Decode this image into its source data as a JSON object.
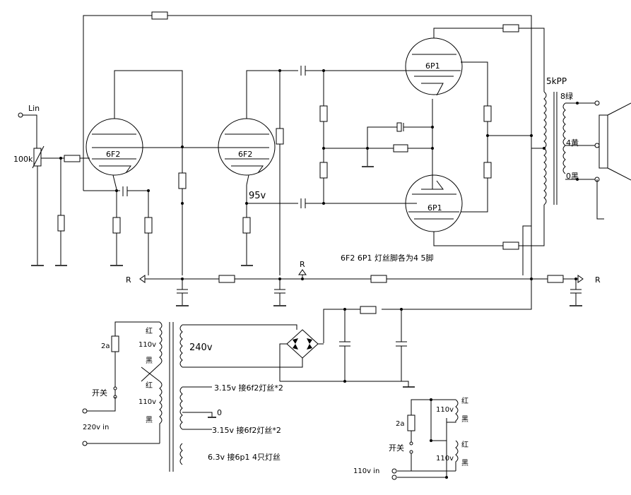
{
  "labels": {
    "input": "Lin",
    "volume": "100k",
    "tube_6f2_a": "6F2",
    "tube_6f2_b": "6F2",
    "tube_6p1_top": "6P1",
    "tube_6p1_bottom": "6P1",
    "voltage_95": "95v",
    "transformer_5kpp": "5kPP",
    "tap_8": "8绿",
    "tap_4": "4黄",
    "tap_0": "0黑",
    "heater_note": "6F2  6P1 灯丝脚各为4  5脚",
    "ground_left": "R",
    "ground_mid": "R",
    "ground_right": "R",
    "fuse_left": "2a",
    "pri_red_1": "红",
    "pri_110_1": "110v",
    "pri_black_1": "黑",
    "pri_red_2": "红",
    "pri_110_2": "110v",
    "pri_black_2": "黑",
    "switch_left": "开关",
    "mains_220": "220v in",
    "sec_240": "240v",
    "sec_315_a": "3.15v 接6f2灯丝*2",
    "sec_0": "0",
    "sec_315_b": "3.15v 接6f2灯丝*2",
    "sec_63": "6.3v 接6p1 4只灯丝",
    "fuse_right": "2a",
    "switch_right": "开关",
    "mains_110": "110v in",
    "rpri_110_1": "110v",
    "rpri_red_1": "红",
    "rpri_black_1": "黑",
    "rpri_110_2": "110v",
    "rpri_red_2": "红",
    "rpri_black_2": "黑"
  },
  "colors": {
    "ink": "#000000",
    "background": "#ffffff"
  }
}
